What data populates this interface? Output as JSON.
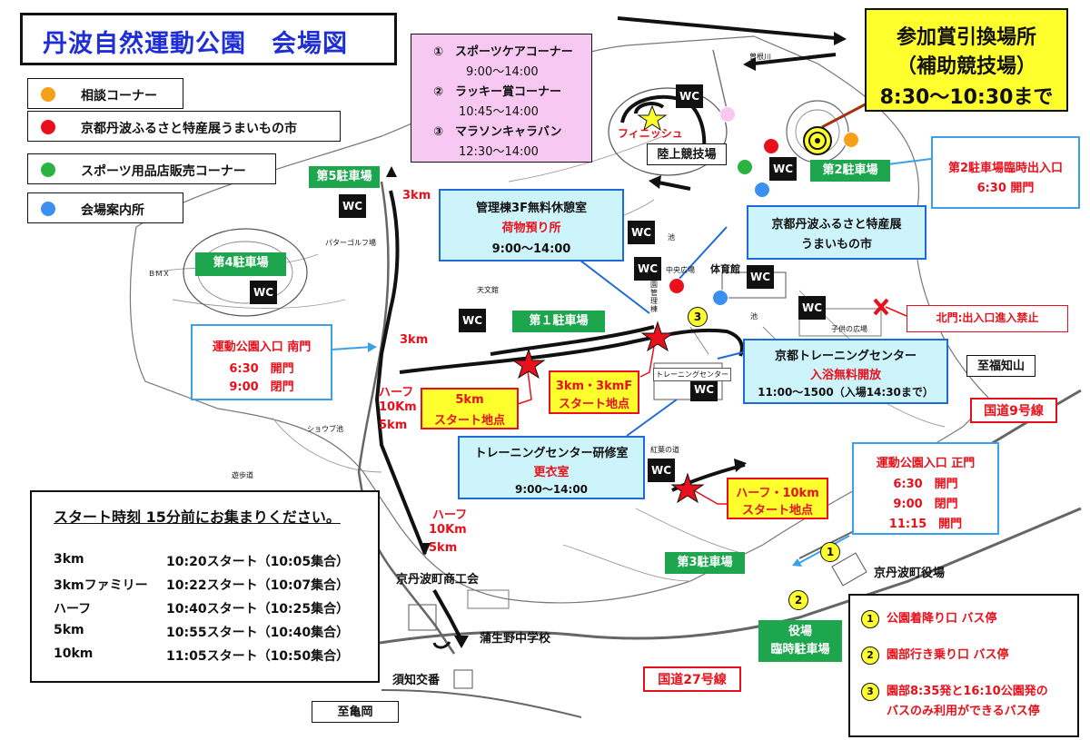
{
  "title": "丹波自然運動公園　会場図",
  "legend": [
    {
      "label": "相談コーナー",
      "color": "#f5a017",
      "icon": "orange-circle-icon"
    },
    {
      "label": "京都丹波ふるさと特産展うまいもの市",
      "color": "#e8101a",
      "icon": "red-circle-icon"
    },
    {
      "label": "スポーツ用品店販売コーナー",
      "color": "#2bb340",
      "icon": "green-circle-icon"
    },
    {
      "label": "会場案内所",
      "color": "#3b8ff0",
      "icon": "blue-circle-icon"
    }
  ],
  "info_pink": {
    "item1_name": "①　スポーツケアコーナー",
    "item1_time": "9:00～14:00",
    "item2_name": "②　ラッキー賞コーナー",
    "item2_time": "10:45～14:00",
    "item3_name": "③　マラソンキャラバン",
    "item3_time": "12:30～14:00"
  },
  "prize_exchange": {
    "line1": "参加賞引換場所",
    "line2": "（補助競技場）",
    "line3": "8:30～10:30まで"
  },
  "parking_temp": {
    "line1": "第2駐車場臨時出入口",
    "line2": "6:30 開門"
  },
  "admin_building": {
    "line1": "管理棟3F無料休憩室",
    "line2": "荷物預り所",
    "line3": "9:00～14:00"
  },
  "kyoto_fair": {
    "line1": "京都丹波ふるさと特産展",
    "line2": "うまいもの市"
  },
  "north_gate": "北門:出入口進入禁止",
  "training_center": {
    "line1": "京都トレーニングセンター",
    "line2": "入浴無料開放",
    "line3": "11:00～1500（入場14:30まで）"
  },
  "training_lab": {
    "line1": "トレーニングセンター研修室",
    "line2": "更衣室",
    "line3": "9:00～14:00"
  },
  "south_gate": {
    "line1": "運動公園入口 南門",
    "line2": "6:30　開門",
    "line3": "9:00　閉門"
  },
  "main_gate": {
    "line1": "運動公園入口 正門",
    "line2": "6:30　開門",
    "line3": "9:00　閉門",
    "line4": "11:15　開門"
  },
  "parking": {
    "p1": "第１駐車場",
    "p2": "第2駐車場",
    "p3": "第3駐車場",
    "p4": "第4駐車場",
    "p5": "第5駐車場",
    "office_line1": "役場",
    "office_line2": "臨時駐車場"
  },
  "wc_label": "WC",
  "starts": {
    "s5k_line1": "5km",
    "s5k_line2": "スタート地点",
    "s3k_line1": "3km・3kmF",
    "s3k_line2": "スタート地点",
    "shalf_line1": "ハーフ・10km",
    "shalf_line2": "スタート地点"
  },
  "course_labels": {
    "k3_top": "3km",
    "k3_mid": "3km",
    "half_mid_1": "ハーフ",
    "half_mid_2": "10Km",
    "half_mid_3": "5km",
    "half_low_1": "ハーフ",
    "half_low_2": "10Km",
    "half_low_3": "5km"
  },
  "places": {
    "finish": "フィニッシュ",
    "stadium": "陸上競技場",
    "gym": "体育館",
    "center_plaza": "中央広場",
    "kids_plaza": "子供の広場",
    "observatory": "天文館",
    "admin_bldg": "公園管理棟",
    "training_small": "トレーニングセンター",
    "to_fukuchiyama": "至福知山",
    "route9": "国道9号線",
    "route27": "国道27号線",
    "commerce": "京丹波町商工会",
    "school": "蒲生野中学校",
    "koban": "須知交番",
    "to_kameoka": "至亀岡",
    "town_office": "京丹波町役場",
    "momiji": "紅葉の道",
    "walkway": "遊歩道",
    "shobu": "ショウブ池",
    "pond": "池",
    "bmx": "ＢＭＸ",
    "golf": "パターゴルフ場",
    "river": "曽根川"
  },
  "schedule": {
    "heading": "スタート時刻 15分前にお集まりください。",
    "rows": [
      {
        "name": "3km",
        "time": "10:20スタート（10:05集合）"
      },
      {
        "name": "3kmファミリー",
        "time": "10:22スタート（10:07集合）"
      },
      {
        "name": "ハーフ",
        "time": "10:40スタート（10:25集合）"
      },
      {
        "name": "5km",
        "time": "10:55スタート（10:40集合）"
      },
      {
        "name": "10km",
        "time": "11:05スタート（10:50集合）"
      }
    ]
  },
  "bus_stops": {
    "n1": "1",
    "n2": "2",
    "n3": "3",
    "stop1": "公園着降り口 バス停",
    "stop2": "園部行き乗り口 バス停",
    "stop3_line1": "園部8:35発と16:10公園発の",
    "stop3_line2": "バスのみ利用ができるバス停"
  }
}
